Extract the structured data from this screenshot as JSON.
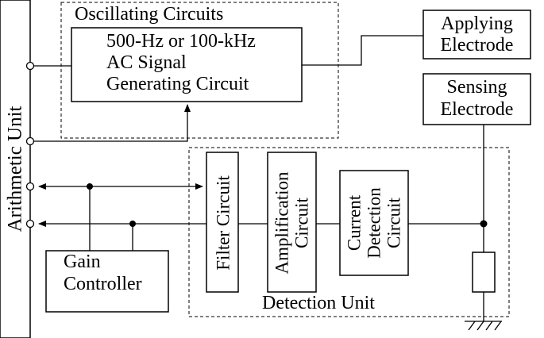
{
  "arithmetic_unit": "Arithmetic Unit",
  "oscillating_circuits": "Oscillating Circuits",
  "ac_generator": {
    "line1": "500-Hz or 100-kHz",
    "line2": "AC Signal",
    "line3": "Generating Circuit"
  },
  "applying_electrode": {
    "line1": "Applying",
    "line2": "Electrode"
  },
  "sensing_electrode": {
    "line1": "Sensing",
    "line2": "Electrode"
  },
  "filter_circuit": "Filter Circuit",
  "amplification_circuit": {
    "line1": "Amplification",
    "line2": "Circuit"
  },
  "current_detection_circuit": {
    "line1": "Current",
    "line2": "Detection",
    "line3": "Circuit"
  },
  "gain_controller": {
    "line1": "Gain",
    "line2": "Controller"
  },
  "detection_unit": "Detection Unit"
}
